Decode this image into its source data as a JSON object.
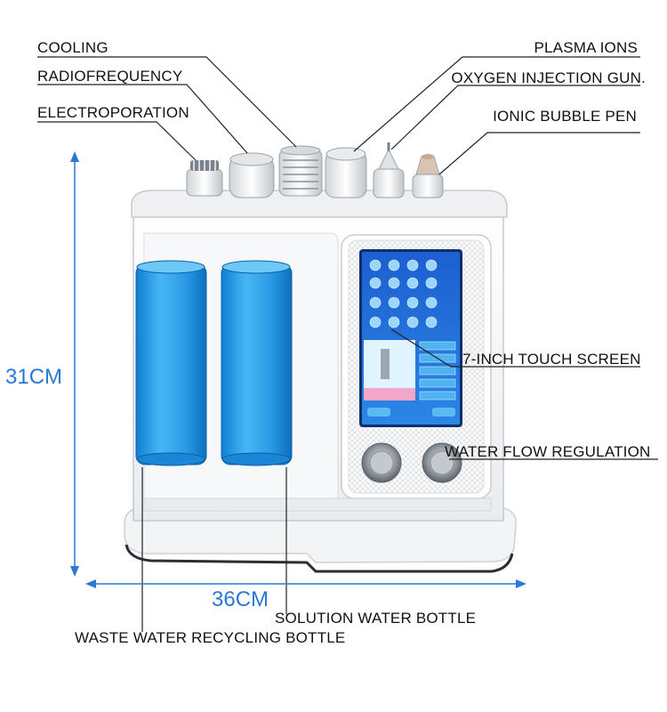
{
  "labels": {
    "cooling": "COOLING",
    "radiofrequency": "RADIOFREQUENCY",
    "electroporation": "ELECTROPORATION",
    "plasma_ions": "PLASMA IONS",
    "oxygen_gun": "OXYGEN INJECTION GUN.",
    "ionic_pen": "IONIC BUBBLE PEN",
    "touch_screen": "7-INCH TOUCH SCREEN",
    "water_flow": "WATER FLOW REGULATION",
    "solution_bottle": "SOLUTION WATER BOTTLE",
    "waste_bottle": "WASTE WATER RECYCLING BOTTLE"
  },
  "dimensions": {
    "height": "31CM",
    "width": "36CM"
  },
  "colors": {
    "dimension": "#2a78d6",
    "bottle": "#2fa3ea",
    "body": "#f4f5f6",
    "screen": "#1e63c9",
    "leader": "#222222"
  }
}
